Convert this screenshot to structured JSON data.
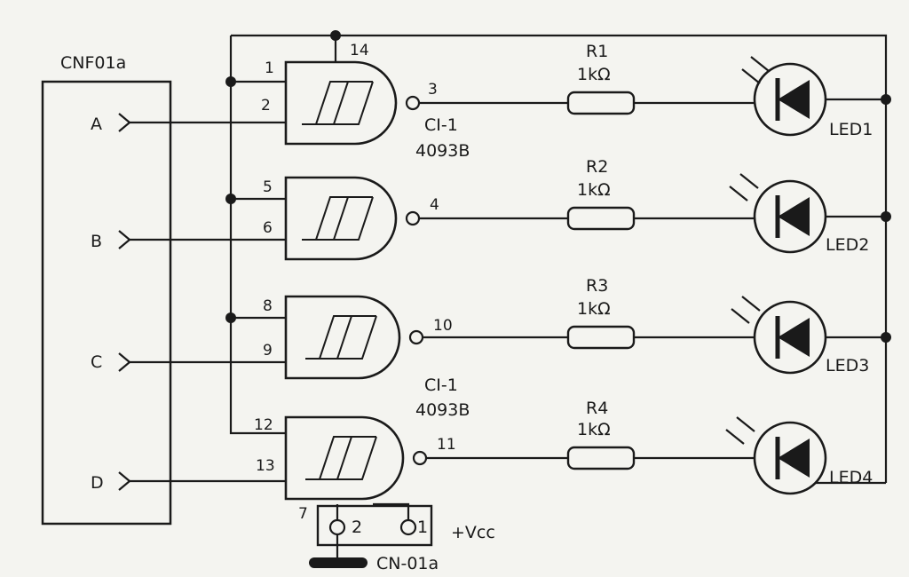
{
  "connector": {
    "label": "CNF01a",
    "inputs": [
      "A",
      "B",
      "C",
      "D"
    ]
  },
  "ic": {
    "ref": "CI-1",
    "part": "4093B",
    "vdd_pin": "14",
    "vss_pin": "7"
  },
  "gates": [
    {
      "in1": "1",
      "in2": "2",
      "out": "3"
    },
    {
      "in1": "5",
      "in2": "6",
      "out": "4"
    },
    {
      "in1": "8",
      "in2": "9",
      "out": "10"
    },
    {
      "in1": "12",
      "in2": "13",
      "out": "11"
    }
  ],
  "resistors": [
    {
      "ref": "R1",
      "value": "1kΩ"
    },
    {
      "ref": "R2",
      "value": "1kΩ"
    },
    {
      "ref": "R3",
      "value": "1kΩ"
    },
    {
      "ref": "R4",
      "value": "1kΩ"
    }
  ],
  "leds": [
    "LED1",
    "LED2",
    "LED3",
    "LED4"
  ],
  "power_connector": {
    "ref": "CN-01a",
    "pin_left": "2",
    "pin_right": "1",
    "supply": "+Vcc"
  }
}
